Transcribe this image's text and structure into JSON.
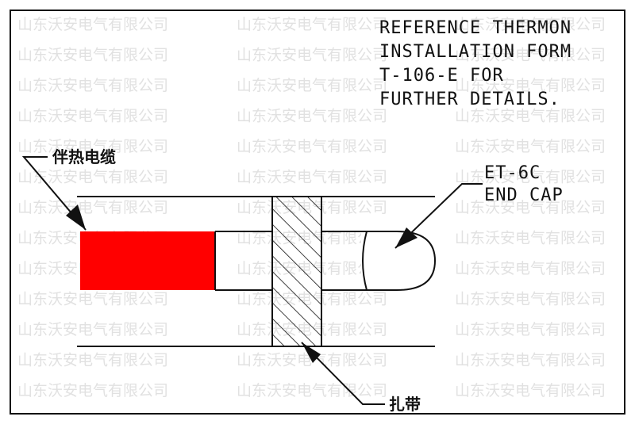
{
  "watermark": {
    "text": "山东沃安电气有限公司",
    "color": "#c9c9c9"
  },
  "reference_note": {
    "lines": [
      "REFERENCE THERMON",
      "INSTALLATION FORM",
      "T-106-E FOR",
      "FURTHER DETAILS."
    ]
  },
  "labels": {
    "heating_cable": "伴热电缆",
    "end_cap_model": "ET-6C",
    "end_cap_name": "END CAP",
    "cable_tie": "扎带"
  },
  "colors": {
    "heating_cable": "#ff0000",
    "line": "#111111",
    "background": "#ffffff"
  }
}
